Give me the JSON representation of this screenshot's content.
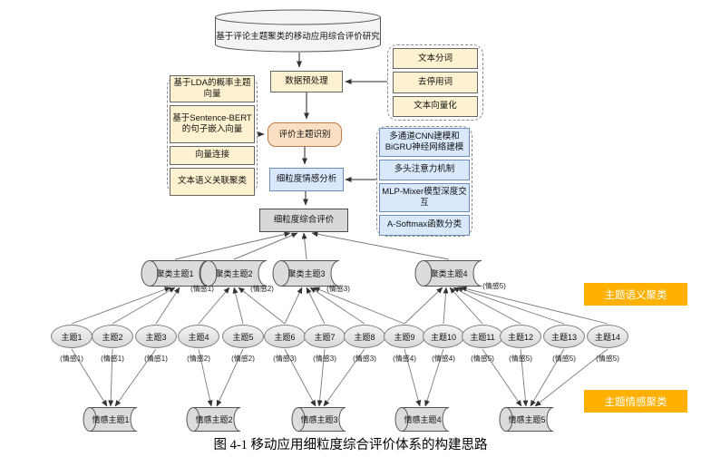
{
  "root": {
    "label": "基于评论主题聚类的移动应用综合评价研究"
  },
  "flow": {
    "preprocess": "数据预处理",
    "topic_identify": "评价主题识别",
    "sentiment_analysis": "细粒度情感分析",
    "evaluation": "细粒度综合评价"
  },
  "preprocess_steps": [
    "文本分词",
    "去停用词",
    "文本向量化"
  ],
  "topic_methods": [
    "基于LDA的概率主题向量",
    "基于Sentence-BERT的句子嵌入向量",
    "向量连接",
    "文本语义关联聚类"
  ],
  "sentiment_methods": [
    "多通道CNN建模和BiGRU神经网络建模",
    "多头注意力机制",
    "MLP-Mixer模型深度交互",
    "A-Softmax函数分类"
  ],
  "clusters": [
    {
      "label": "聚类主题1",
      "sentiment": "(情感1)"
    },
    {
      "label": "聚类主题2",
      "sentiment": "(情感2)"
    },
    {
      "label": "聚类主题3",
      "sentiment": "(情感3)"
    },
    {
      "label": "聚类主题4",
      "sentiment": "(情感5)"
    }
  ],
  "topics": [
    {
      "label": "主题1",
      "sentiment": "(情感1)"
    },
    {
      "label": "主题2",
      "sentiment": "(情感1)"
    },
    {
      "label": "主题3",
      "sentiment": "(情感1)"
    },
    {
      "label": "主题4",
      "sentiment": "(情感2)"
    },
    {
      "label": "主题5",
      "sentiment": "(情感2)"
    },
    {
      "label": "主题6",
      "sentiment": "(情感3)"
    },
    {
      "label": "主题7",
      "sentiment": "(情感3)"
    },
    {
      "label": "主题8",
      "sentiment": "(情感3)"
    },
    {
      "label": "主题9",
      "sentiment": "(情感4)"
    },
    {
      "label": "主题10",
      "sentiment": "(情感4)"
    },
    {
      "label": "主题11",
      "sentiment": "(情感5)"
    },
    {
      "label": "主题12",
      "sentiment": "(情感5)"
    },
    {
      "label": "主题13",
      "sentiment": "(情感5)"
    },
    {
      "label": "主题14",
      "sentiment": "(情感5)"
    }
  ],
  "emotion_topics": [
    "情感主题1",
    "情感主题2",
    "情感主题3",
    "情感主题4",
    "情感主题5"
  ],
  "side_labels": {
    "semantic": "主题语义聚类",
    "sentiment": "主题情感聚类"
  },
  "caption": "图 4-1 移动应用细粒度综合评价体系的构建思路",
  "colors": {
    "cream": "#FCF2CF",
    "peach": "#FBDFC3",
    "blue": "#DAE8FC",
    "gray": "#D8D8D8",
    "tag_orange": "#FFB000"
  }
}
